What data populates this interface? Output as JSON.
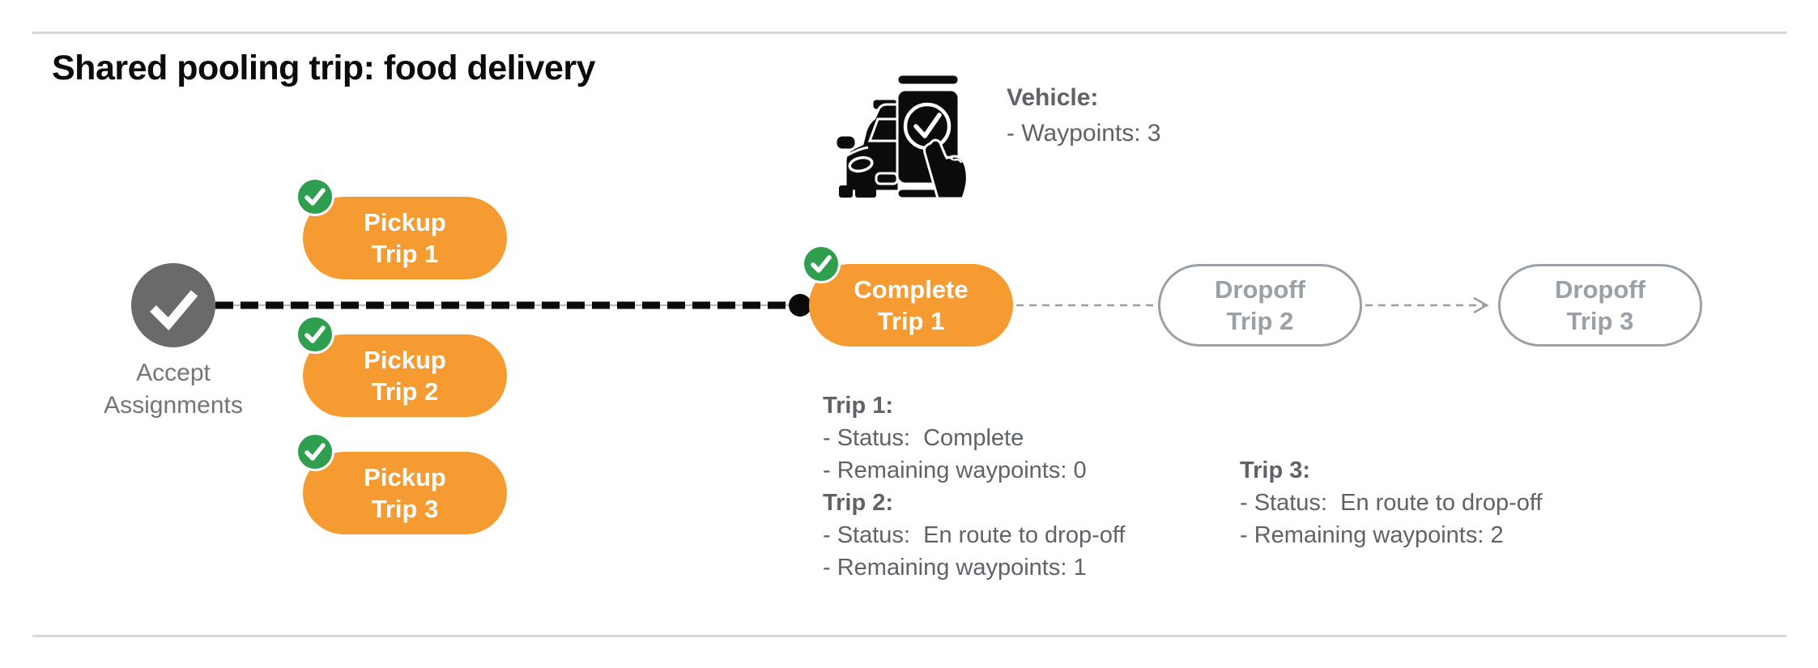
{
  "title": "Shared pooling trip: food delivery",
  "vehicle": {
    "icon": "car-phone-check-icon",
    "label": "Vehicle:",
    "waypoints_line": "- Waypoints: 3"
  },
  "flow": {
    "start": {
      "icon": "check-icon",
      "label_line1": "Accept",
      "label_line2": "Assignments",
      "state": "done"
    },
    "pickups": [
      {
        "line1": "Pickup",
        "line2": "Trip 1",
        "state": "done",
        "badge_icon": "check-badge-icon"
      },
      {
        "line1": "Pickup",
        "line2": "Trip 2",
        "state": "done",
        "badge_icon": "check-badge-icon"
      },
      {
        "line1": "Pickup",
        "line2": "Trip 3",
        "state": "done",
        "badge_icon": "check-badge-icon"
      }
    ],
    "complete": {
      "line1": "Complete",
      "line2": "Trip 1",
      "state": "done",
      "badge_icon": "check-badge-icon"
    },
    "dropoffs": [
      {
        "line1": "Dropoff",
        "line2": "Trip 2",
        "state": "pending"
      },
      {
        "line1": "Dropoff",
        "line2": "Trip 3",
        "state": "pending"
      }
    ]
  },
  "status_blocks": [
    {
      "entries": [
        {
          "heading": "Trip 1:",
          "lines": [
            "- Status:  Complete",
            "- Remaining waypoints: 0"
          ]
        },
        {
          "heading": "Trip 2:",
          "lines": [
            "- Status:  En route to drop-off",
            "- Remaining waypoints: 1"
          ]
        }
      ]
    },
    {
      "entries": [
        {
          "heading": "Trip 3:",
          "lines": [
            "- Status:  En route to drop-off",
            "- Remaining waypoints: 2"
          ]
        }
      ]
    }
  ],
  "colors": {
    "accent_orange": "#F59B31",
    "badge_green": "#2F9E4F",
    "start_circle_gray": "#6A6A6A",
    "pending_gray": "#9AA0A6",
    "status_text_gray": "#5F6368",
    "label_gray": "#757575",
    "divider_gray": "#D7D7D7",
    "connector_black": "#0A0A0A"
  }
}
